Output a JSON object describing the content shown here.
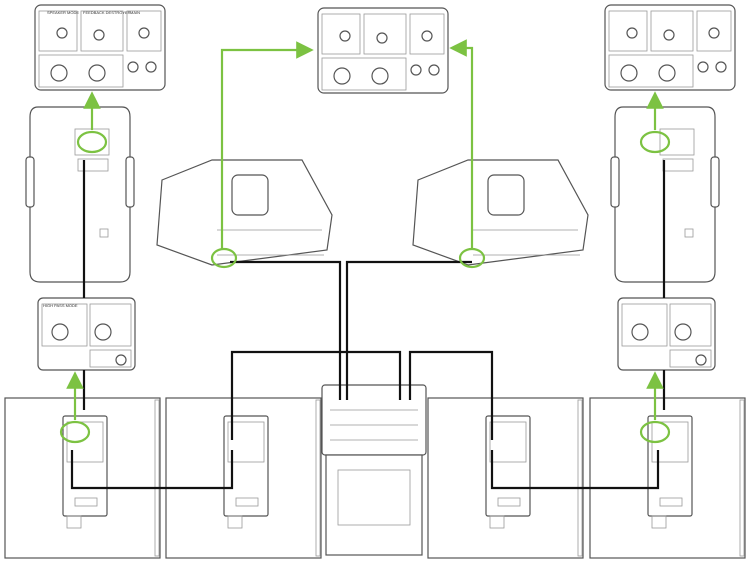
{
  "diagram": {
    "panel_labels": {
      "speaker_mode": "SPEAKER MODE",
      "feedback": "FEEDBACK DESTROYER",
      "main": "MAIN",
      "high_pass": "HIGH PASS MODE"
    },
    "colors": {
      "signal_highlight": "#7cc242",
      "cable": "#111111",
      "outline": "#555555"
    }
  }
}
